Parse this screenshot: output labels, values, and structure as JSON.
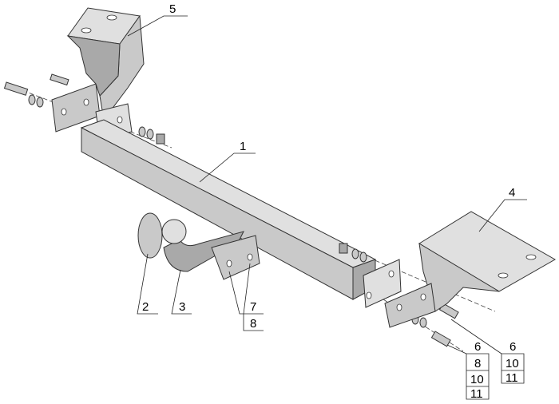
{
  "diagram": {
    "type": "exploded-assembly",
    "callouts": {
      "part_1": "1",
      "part_2": "2",
      "part_3": "3",
      "part_4": "4",
      "part_5": "5",
      "part_7": "7",
      "part_8": "8",
      "left_stack": [
        "6",
        "8",
        "10",
        "11"
      ],
      "right_stack": [
        "6",
        "10",
        "11"
      ]
    }
  }
}
